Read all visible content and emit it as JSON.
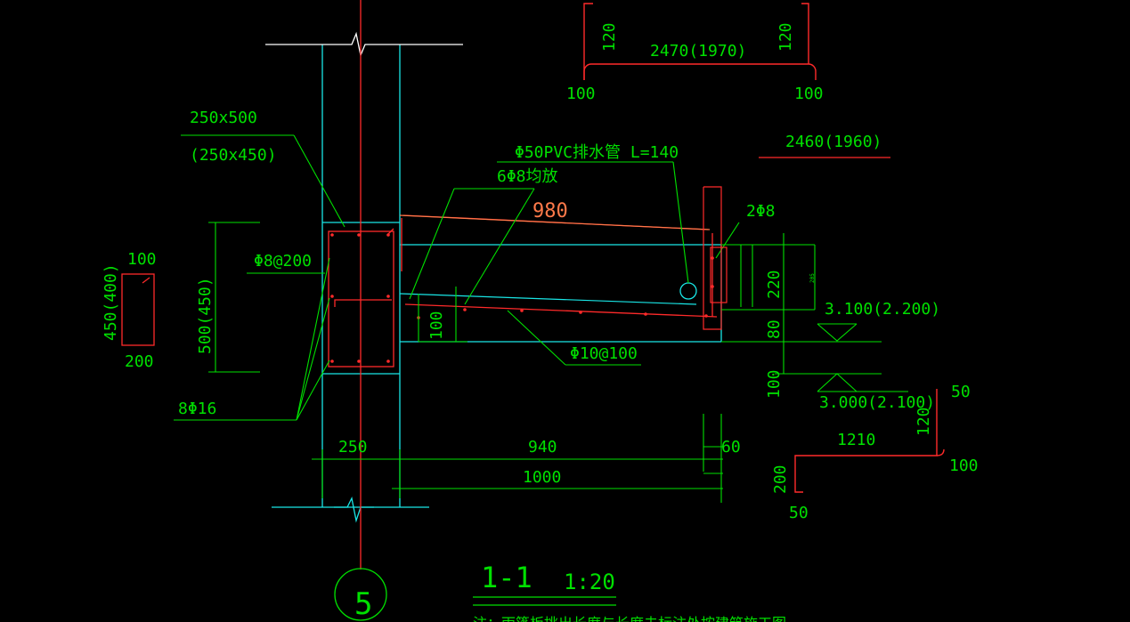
{
  "colors": {
    "background": "#000000",
    "dimension": "#00e000",
    "structure": "#19e6e6",
    "rebar": "#ff2a2a",
    "slope_line": "#ff7a4a",
    "white": "#ffffff"
  },
  "top_bar": {
    "left_hook": "120",
    "right_hook": "120",
    "length": "2470(1970)",
    "left_end": "100",
    "right_end": "100"
  },
  "bar_2460": "2460(1960)",
  "beam_size": "250x500",
  "beam_size_alt": "(250x450)",
  "drain_pipe": "Φ50PVC排水管 L=140",
  "dist_bars": "6Φ8均放",
  "span_980": "980",
  "edge_bars": "2Φ8",
  "stirrups": "Φ8@200",
  "beam_height": "500(450)",
  "main_bars": "8Φ16",
  "slab_bars": "Φ10@100",
  "slab_thick": "100",
  "small_rect": {
    "top": "100",
    "side": "450(400)",
    "bottom": "200"
  },
  "right_dims": {
    "d220": "220",
    "d80": "80",
    "d100": "100",
    "tiny": "205"
  },
  "elev_top": "3.100(2.200)",
  "elev_bottom": "3.000(2.100)",
  "bottom_dims": {
    "d250": "250",
    "d940": "940",
    "d60": "60",
    "d1000": "1000"
  },
  "bar_1210": {
    "length": "1210",
    "hook_left": "200",
    "end_left": "50",
    "hook_right": "120",
    "top_right": "50",
    "end_right": "100"
  },
  "section": {
    "name": "1-1",
    "scale": "1:20"
  },
  "axis": "5",
  "note": "注：雨篷板挑出长度与长度未标注处按建筑施工图"
}
